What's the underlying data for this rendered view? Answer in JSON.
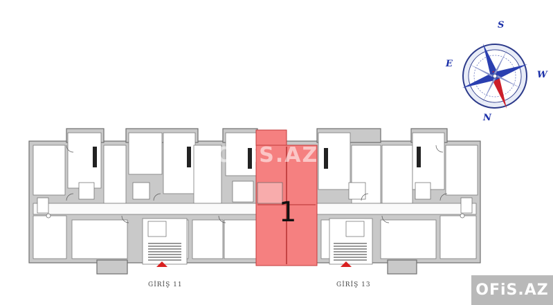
{
  "watermark": "OFiS.AZ",
  "logo": "OFiS.AZ",
  "highlighted_apartment": "1",
  "entrances": [
    {
      "label": "GİRİŞ 11"
    },
    {
      "label": "GİRİŞ 13"
    }
  ],
  "compass": {
    "n": "N",
    "s": "S",
    "e": "E",
    "w": "W"
  },
  "colors": {
    "highlight": "#f58080",
    "compass_blue": "#1a2fa8",
    "compass_red": "#cc1f2a",
    "wall": "#c9c9c9"
  }
}
